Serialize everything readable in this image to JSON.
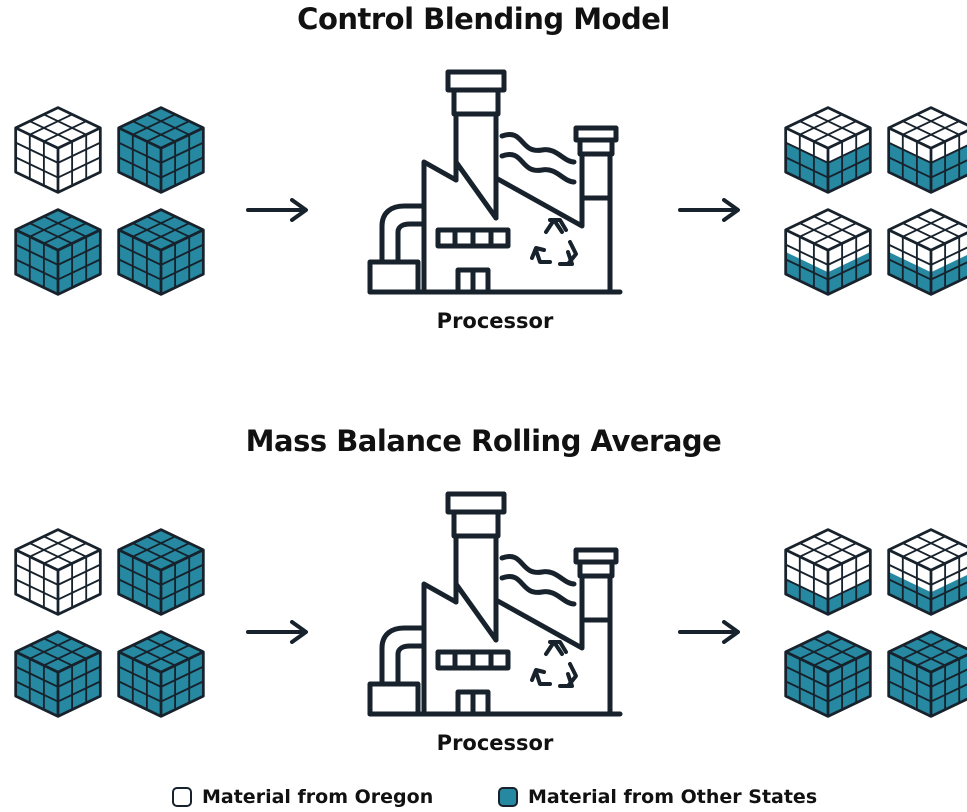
{
  "diagram": {
    "sections": [
      {
        "title": "Control Blending Model",
        "processor_label": "Processor",
        "input_cubes": [
          "oregon",
          "other",
          "other",
          "other"
        ],
        "output_cube_fill_fraction": [
          0.67,
          0.67,
          0.5,
          0.5
        ]
      },
      {
        "title": "Mass Balance Rolling Average",
        "processor_label": "Processor",
        "input_cubes": [
          "oregon",
          "other",
          "other",
          "other"
        ],
        "output_cube_fill_fraction": [
          0.33,
          0.5,
          1,
          1
        ]
      }
    ],
    "legend": [
      {
        "label": "Material from Oregon",
        "color": "#ffffff"
      },
      {
        "label": "Material from Other States",
        "color": "#2689a1"
      }
    ],
    "colors": {
      "teal": "#2689a1",
      "outline": "#17222c",
      "white": "#ffffff"
    },
    "icons": [
      "cube-icon",
      "arrow-right-icon",
      "factory-icon",
      "recycle-icon"
    ]
  }
}
